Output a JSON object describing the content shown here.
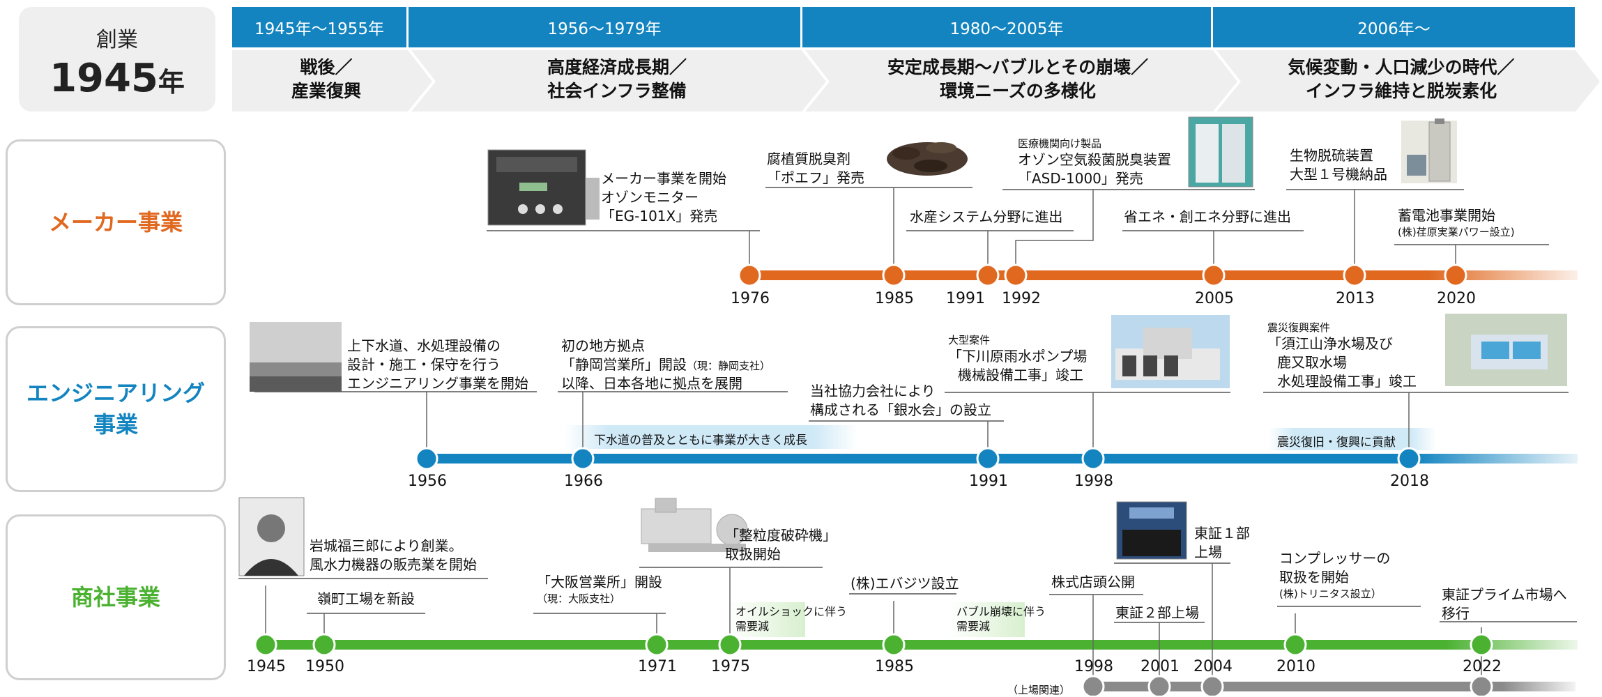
{
  "founding": {
    "label": "創業",
    "year_number": "1945",
    "year_suffix": "年"
  },
  "periods": [
    {
      "range": "1945年〜1955年",
      "title_line1": "戦後／",
      "title_line2": "産業復興"
    },
    {
      "range": "1956〜1979年",
      "title_line1": "高度経済成長期／",
      "title_line2": "社会インフラ整備"
    },
    {
      "range": "1980〜2005年",
      "title_line1": "安定成長期〜バブルとその崩壊／",
      "title_line2": "環境ニーズの多様化"
    },
    {
      "range": "2006年〜",
      "title_line1": "気候変動・人口減少の時代／",
      "title_line2": "インフラ維持と脱炭素化"
    }
  ],
  "lanes": {
    "maker": {
      "label": "メーカー事業",
      "color": "#e0681f"
    },
    "engineering": {
      "label_line1": "エンジニアリング",
      "label_line2": "事業",
      "color": "#1384c0"
    },
    "trading": {
      "label": "商社事業",
      "color": "#4bb131"
    },
    "listing": {
      "label": "（上場関連）",
      "color": "#8a8a8a"
    }
  },
  "maker": {
    "years": [
      "1976",
      "1985",
      "1991",
      "1992",
      "2005",
      "2013",
      "2020"
    ],
    "e1976": {
      "l1": "メーカー事業を開始",
      "l2": "オゾンモニター",
      "l3": "「EG-101X」発売"
    },
    "e1985": {
      "l1": "腐植質脱臭剤",
      "l2": "「ポエフ」発売"
    },
    "e1991": {
      "l1": "水産システム分野に進出"
    },
    "e1992": {
      "small": "医療機関向け製品",
      "l1": "オゾン空気殺菌脱臭装置",
      "l2": "「ASD-1000」発売"
    },
    "e2005": {
      "l1": "省エネ・創エネ分野に進出"
    },
    "e2013": {
      "l1": "生物脱硫装置",
      "l2": "大型１号機納品"
    },
    "e2020": {
      "l1": "蓄電池事業開始",
      "small": "(株)荏原実業パワー設立)"
    }
  },
  "engineering": {
    "years": [
      "1956",
      "1966",
      "1991",
      "1998",
      "2018"
    ],
    "e1956": {
      "l1": "上下水道、水処理設備の",
      "l2": "設計・施工・保守を行う",
      "l3": "エンジニアリング事業を開始"
    },
    "e1966": {
      "l1": "初の地方拠点",
      "l2": "「静岡営業所」開設",
      "l2_small": "（現：静岡支社）",
      "l3": "以降、日本各地に拠点を展開"
    },
    "e1991": {
      "l1": "当社協力会社により",
      "l2": "構成される「銀水会」の設立"
    },
    "e1998": {
      "small": "大型案件",
      "l1": "「下川原雨水ポンプ場",
      "l2": "機械設備工事」竣工"
    },
    "e2018": {
      "small": "震災復興案件",
      "l1": "「須江山浄水場及び",
      "l2": "鹿又取水場",
      "l3": "水処理設備工事」竣工"
    },
    "band1": "下水道の普及とともに事業が大きく成長",
    "band2": "震災復旧・復興に貢献"
  },
  "trading": {
    "years": [
      "1945",
      "1950",
      "1971",
      "1975",
      "1985",
      "2010",
      "2022"
    ],
    "e1945": {
      "l1": "岩城福三郎により創業。",
      "l2": "風水力機器の販売業を開始"
    },
    "e1950": {
      "l1": "嶺町工場を新設"
    },
    "e1971": {
      "l1": "「大阪営業所」開設",
      "small": "（現：大阪支社）"
    },
    "e1975": {
      "l1": "「整粒度破砕機」",
      "l2": "取扱開始"
    },
    "e1985": {
      "l1": "(株)エバジツ設立"
    },
    "e2010": {
      "l1": "コンプレッサーの",
      "l2": "取扱を開始",
      "small": "(株)トリニタス設立）"
    },
    "e2022": {
      "l1": "東証プライム市場へ",
      "l2": "移行"
    },
    "oil": {
      "l1": "オイルショックに伴う",
      "l2": "需要減"
    },
    "bubble": {
      "l1": "バブル崩壊に伴う",
      "l2": "需要減"
    }
  },
  "listing": {
    "years": [
      "1998",
      "2001",
      "2004"
    ],
    "e1998": "株式店頭公開",
    "e2001": "東証２部上場",
    "e2004": {
      "l1": "東証１部",
      "l2": "上場"
    }
  }
}
